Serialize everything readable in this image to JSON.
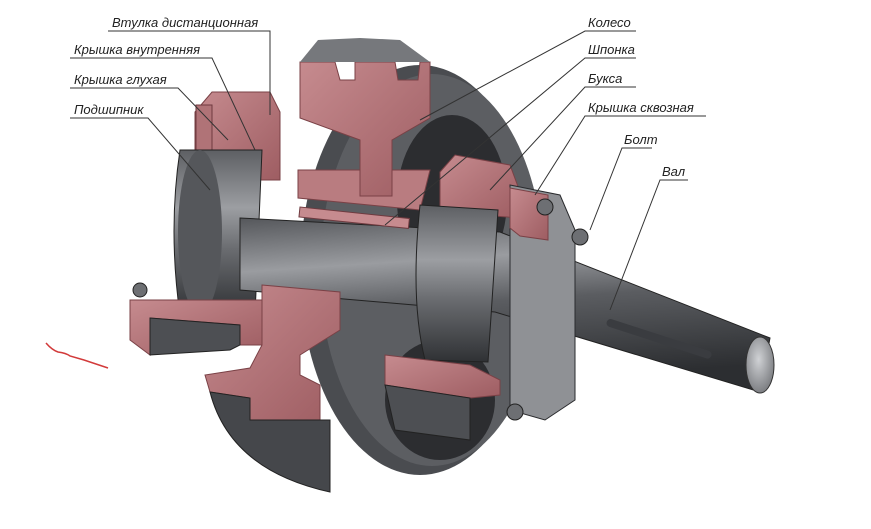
{
  "labels": {
    "spacer_sleeve": "Втулка дистанционная",
    "inner_cover": "Крышка внутренняя",
    "blind_cover": "Крышка глухая",
    "bearing": "Подшипник",
    "wheel": "Колесо",
    "key": "Шпонка",
    "axle_box": "Букса",
    "through_cover": "Крышка сквозная",
    "bolt": "Болт",
    "shaft": "Вал"
  },
  "colors": {
    "section_fill": "#b9787c",
    "section_dark": "#8e5156",
    "metal_dark": "#3f4145",
    "metal_mid": "#6c6e72",
    "metal_light": "#a6a8ab",
    "leader_line": "#333333",
    "scribble": "#d23a3a"
  }
}
